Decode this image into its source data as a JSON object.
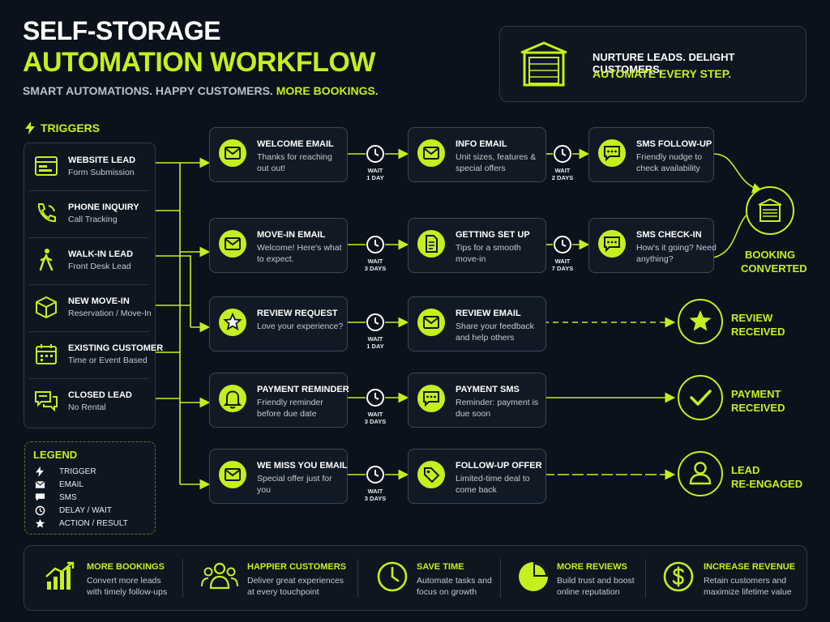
{
  "header": {
    "title_line1": "SELF-STORAGE",
    "title_line2": "AUTOMATION WORKFLOW",
    "subtitle_part1": "SMART AUTOMATIONS. HAPPY CUSTOMERS.",
    "subtitle_part2": "MORE BOOKINGS."
  },
  "tagline": {
    "line1": "NURTURE LEADS. DELIGHT CUSTOMERS.",
    "line2": "AUTOMATE EVERY STEP.",
    "icon": "storage-unit-icon"
  },
  "triggers": {
    "heading": "TRIGGERS",
    "items": [
      {
        "title": "WEBSITE LEAD",
        "sub": "Form Submission",
        "icon": "browser-icon"
      },
      {
        "title": "PHONE INQUIRY",
        "sub": "Call Tracking",
        "icon": "phone-icon"
      },
      {
        "title": "WALK-IN LEAD",
        "sub": "Front Desk Lead",
        "icon": "walking-person-icon"
      },
      {
        "title": "NEW MOVE-IN",
        "sub": "Reservation / Move-In",
        "icon": "box-icon"
      },
      {
        "title": "EXISTING CUSTOMER",
        "sub": "Time or Event Based",
        "icon": "calendar-icon"
      },
      {
        "title": "CLOSED LEAD",
        "sub": "No Rental",
        "icon": "chat-bubbles-icon"
      }
    ]
  },
  "legend": {
    "heading": "LEGEND",
    "items": [
      {
        "label": "TRIGGER",
        "icon": "bolt-icon"
      },
      {
        "label": "EMAIL",
        "icon": "envelope-icon"
      },
      {
        "label": "SMS",
        "icon": "sms-icon"
      },
      {
        "label": "DELAY / WAIT",
        "icon": "clock-icon"
      },
      {
        "label": "ACTION / RESULT",
        "icon": "star-icon"
      }
    ]
  },
  "workflow": {
    "row1": {
      "c1": {
        "title": "WELCOME EMAIL",
        "sub": "Thanks for reaching out out!",
        "icon": "envelope-icon"
      },
      "w1": {
        "line1": "WAIT",
        "line2": "1 DAY"
      },
      "c2": {
        "title": "INFO EMAIL",
        "sub": "Unit sizes, features & special offers",
        "icon": "envelope-icon"
      },
      "w2": {
        "line1": "WAIT",
        "line2": "2 DAYS"
      },
      "c3": {
        "title": "SMS FOLLOW-UP",
        "sub": "Friendly nudge to check availability",
        "icon": "sms-icon"
      }
    },
    "row2": {
      "c1": {
        "title": "MOVE-IN EMAIL",
        "sub": "Welcome! Here's what to expect.",
        "icon": "envelope-icon"
      },
      "w1": {
        "line1": "WAIT",
        "line2": "3 DAYS"
      },
      "c2": {
        "title": "GETTING SET UP",
        "sub": "Tips for a smooth move-in",
        "icon": "document-icon"
      },
      "w2": {
        "line1": "WAIT",
        "line2": "7 DAYS"
      },
      "c3": {
        "title": "SMS CHECK-IN",
        "sub": "How's it going? Need anything?",
        "icon": "sms-icon"
      }
    },
    "row3": {
      "c1": {
        "title": "REVIEW REQUEST",
        "sub": "Love your experience?",
        "icon": "star-icon"
      },
      "w1": {
        "line1": "WAIT",
        "line2": "1 DAY"
      },
      "c2": {
        "title": "REVIEW EMAIL",
        "sub": "Share your feedback and help others",
        "icon": "envelope-icon"
      }
    },
    "row4": {
      "c1": {
        "title": "PAYMENT REMINDER",
        "sub": "Friendly reminder before due date",
        "icon": "bell-icon"
      },
      "w1": {
        "line1": "WAIT",
        "line2": "3 DAYS"
      },
      "c2": {
        "title": "PAYMENT SMS",
        "sub": "Reminder: payment is due soon",
        "icon": "sms-icon"
      }
    },
    "row5": {
      "c1": {
        "title": "WE MISS YOU EMAIL",
        "sub": "Special offer just for you",
        "icon": "envelope-icon"
      },
      "w1": {
        "line1": "WAIT",
        "line2": "3 DAYS"
      },
      "c2": {
        "title": "FOLLOW-UP OFFER",
        "sub": "Limited-time deal to come back",
        "icon": "tag-icon"
      }
    }
  },
  "results": {
    "booking": {
      "line1": "BOOKING",
      "line2": "CONVERTED",
      "icon": "storage-unit-icon"
    },
    "review": {
      "line1": "REVIEW",
      "line2": "RECEIVED",
      "icon": "star-icon"
    },
    "payment": {
      "line1": "PAYMENT",
      "line2": "RECEIVED",
      "icon": "checkmark-icon"
    },
    "lead": {
      "line1": "LEAD",
      "line2": "RE-ENGAGED",
      "icon": "person-icon"
    }
  },
  "benefits": [
    {
      "title": "MORE BOOKINGS",
      "sub": "Convert more leads with timely follow-ups",
      "icon": "growth-chart-icon"
    },
    {
      "title": "HAPPIER CUSTOMERS",
      "sub": "Deliver great experiences at every touchpoint",
      "icon": "people-icon"
    },
    {
      "title": "SAVE TIME",
      "sub": "Automate tasks and focus on growth",
      "icon": "clock-icon"
    },
    {
      "title": "MORE REVIEWS",
      "sub": "Build trust and boost online reputation",
      "icon": "pie-chart-icon"
    },
    {
      "title": "INCREASE REVENUE",
      "sub": "Retain customers and maximize lifetime value",
      "icon": "dollar-icon"
    }
  ],
  "colors": {
    "accent": "#c6ef1e",
    "background": "#0b121b",
    "card": "#111a24",
    "border": "#3b4858"
  }
}
